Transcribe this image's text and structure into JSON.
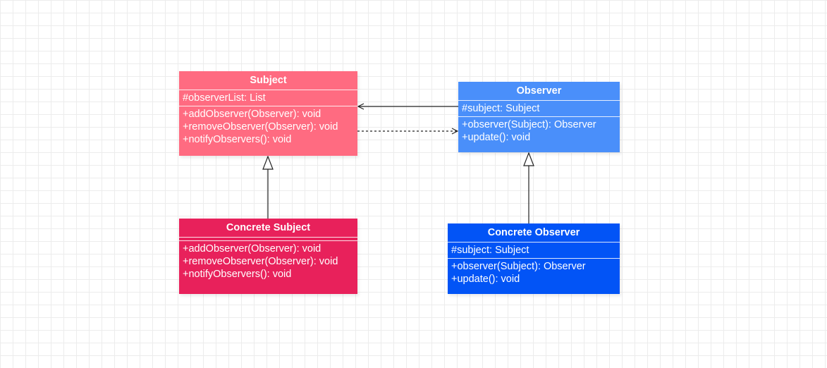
{
  "classes": {
    "subject": {
      "name": "Subject",
      "attributes": [
        "#observerList: List"
      ],
      "methods": [
        "+addObserver(Observer): void",
        "+removeObserver(Observer): void",
        "+notifyObservers(): void"
      ],
      "color": "#ff6b81"
    },
    "concrete_subject": {
      "name": "Concrete Subject",
      "attributes": [],
      "methods": [
        "+addObserver(Observer): void",
        "+removeObserver(Observer): void",
        "+notifyObservers(): void"
      ],
      "color": "#e8215b"
    },
    "observer": {
      "name": "Observer",
      "attributes": [
        "#subject: Subject"
      ],
      "methods": [
        "+observer(Subject): Observer",
        "+update(): void"
      ],
      "color": "#4a8ffa"
    },
    "concrete_observer": {
      "name": "Concrete Observer",
      "attributes": [
        "#subject: Subject"
      ],
      "methods": [
        "+observer(Subject): Observer",
        "+update(): void"
      ],
      "color": "#0254f6"
    }
  },
  "relations": [
    {
      "from": "observer",
      "to": "subject",
      "type": "association"
    },
    {
      "from": "subject",
      "to": "observer",
      "type": "dependency"
    },
    {
      "from": "concrete_subject",
      "to": "subject",
      "type": "generalization"
    },
    {
      "from": "concrete_observer",
      "to": "observer",
      "type": "generalization"
    }
  ]
}
